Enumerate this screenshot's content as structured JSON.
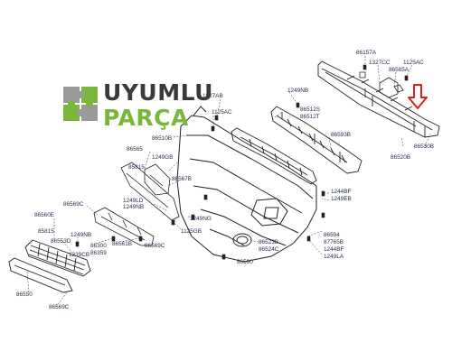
{
  "logo": {
    "line1": "UYUMLU",
    "line2": "PARÇA",
    "colors": {
      "dark": "#3a3a3a",
      "green": "#7ab639",
      "grey": "#9a9a9a"
    }
  },
  "callout_arrow_color": "#e0201b",
  "part_labels": [
    "86157A",
    "1327CC",
    "1125AC",
    "86585A",
    "1327AB",
    "1125AC",
    "1249NB",
    "86512S",
    "86512T",
    "86510B",
    "86593B",
    "86530B",
    "86520B",
    "86565",
    "85815",
    "1249GB",
    "86567B",
    "1244BF",
    "1249EB",
    "86569C",
    "1249LD",
    "1249NB",
    "1249NG",
    "1125GB",
    "86560E",
    "85815",
    "86553D",
    "1249NB",
    "1339CB",
    "86300",
    "86359",
    "86561B",
    "86569C",
    "86594",
    "87765B",
    "1244BF",
    "1249LA",
    "86523B",
    "86524C",
    "86590",
    "86550",
    "86569C"
  ]
}
